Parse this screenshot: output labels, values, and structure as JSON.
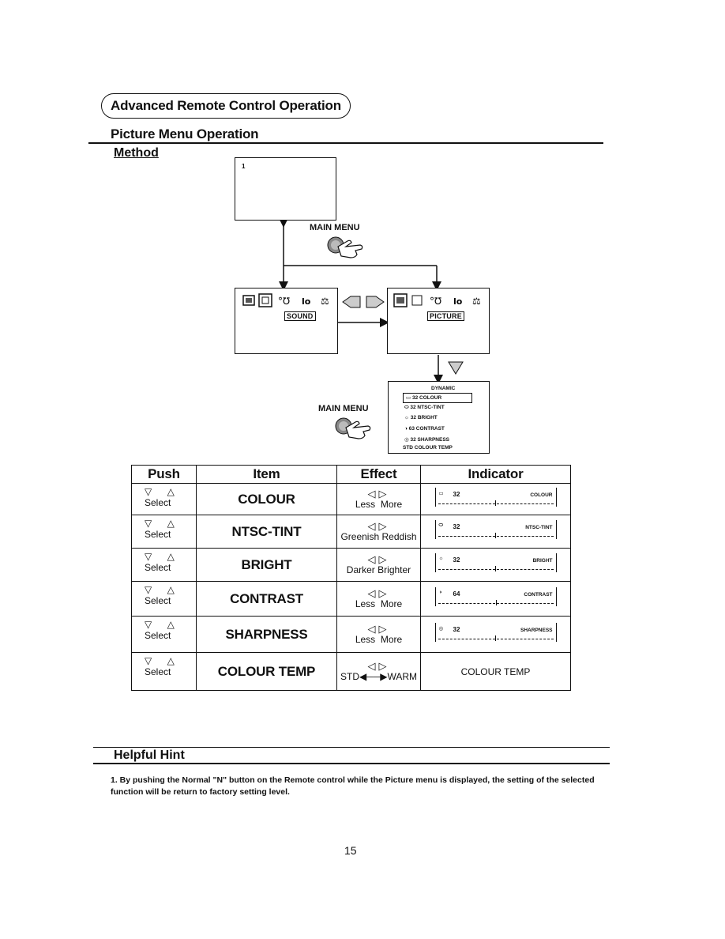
{
  "header": {
    "section_title": "Advanced Remote Control Operation",
    "subtitle": "Picture Menu Operation",
    "method_label": "Method"
  },
  "diagram": {
    "top_screen_text": "1",
    "main_menu_label_top": "MAIN MENU",
    "main_menu_label_bottom": "MAIN MENU",
    "sound_tag": "SOUND",
    "picture_tag": "PICTURE",
    "picture_menu": {
      "mode": "DYNAMIC",
      "items": [
        {
          "value": "32",
          "name": "COLOUR",
          "icon": "colour-icon",
          "selected": true
        },
        {
          "value": "32",
          "name": "NTSC-TINT",
          "icon": "tint-icon",
          "selected": false
        },
        {
          "value": "32",
          "name": "BRIGHT",
          "icon": "sun-icon",
          "selected": false
        },
        {
          "value": "63",
          "name": "CONTRAST",
          "icon": "contrast-icon",
          "selected": false
        },
        {
          "value": "32",
          "name": "SHARPNESS",
          "icon": "sharpness-icon",
          "selected": false
        }
      ],
      "footer": "STD COLOUR TEMP"
    }
  },
  "table": {
    "headers": [
      "Push",
      "Item",
      "Effect",
      "Indicator"
    ],
    "push_arrows": "▽ △",
    "effect_arrows": "◁▷",
    "rows": [
      {
        "push": "Select",
        "item": "COLOUR",
        "effect_left": "Less",
        "effect_right": "More",
        "ind_value": "32",
        "ind_name": "COLOUR"
      },
      {
        "push": "Select",
        "item": "NTSC-TINT",
        "effect_left": "Greenish",
        "effect_right": "Reddish",
        "ind_value": "32",
        "ind_name": "NTSC-TINT"
      },
      {
        "push": "Select",
        "item": "BRIGHT",
        "effect_left": "Darker",
        "effect_right": "Brighter",
        "ind_value": "32",
        "ind_name": "BRIGHT"
      },
      {
        "push": "Select",
        "item": "CONTRAST",
        "effect_left": "Less",
        "effect_right": "More",
        "ind_value": "64",
        "ind_name": "CONTRAST"
      },
      {
        "push": "Select",
        "item": "SHARPNESS",
        "effect_left": "Less",
        "effect_right": "More",
        "ind_value": "32",
        "ind_name": "SHARPNESS"
      },
      {
        "push": "Select",
        "item": "COLOUR TEMP",
        "effect_left": "STD",
        "effect_right": "WARM",
        "ind_text": "COLOUR TEMP"
      }
    ]
  },
  "hint": {
    "title": "Helpful Hint",
    "text": "1. By pushing the Normal \"N\" button on the Remote control while the Picture menu is displayed, the setting of the selected function will be return to factory setting level."
  },
  "page_number": "15"
}
